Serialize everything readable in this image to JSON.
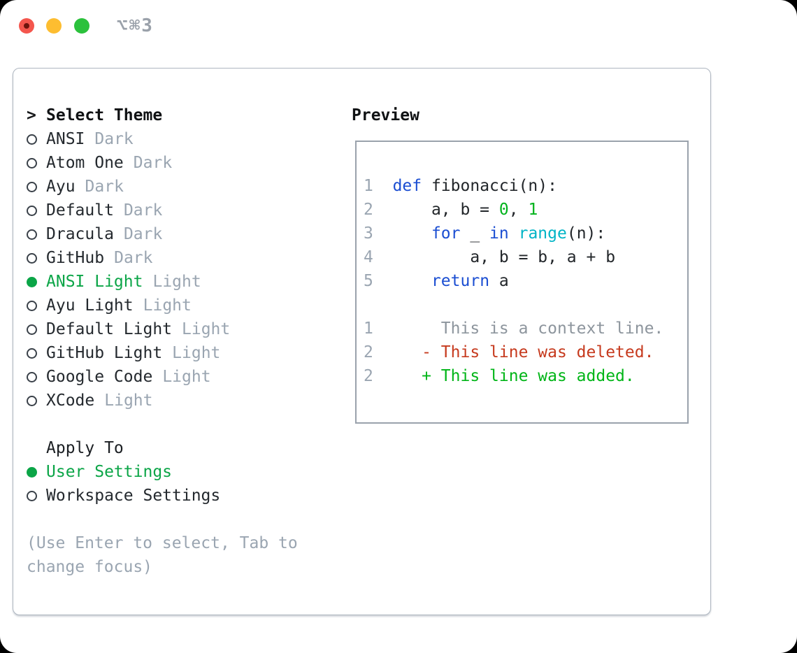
{
  "titlebar": {
    "shortcut": "⌥⌘3"
  },
  "colors": {
    "accent_green": "#0ba547",
    "keyword_blue": "#1b4ed2",
    "builtin_cyan": "#00b4c6",
    "number_green": "#00b31c",
    "diff_added_green": "#00b517",
    "diff_deleted_red": "#c63a1e",
    "muted_gray": "#9aa5b1",
    "traffic_red": "#f4564d",
    "traffic_yellow": "#fdbd30",
    "traffic_green": "#2bc13c"
  },
  "theme_panel": {
    "header_prefix": ">",
    "header": "Select Theme",
    "items": [
      {
        "name": "ANSI",
        "variant": "Dark",
        "selected": false
      },
      {
        "name": "Atom One",
        "variant": "Dark",
        "selected": false
      },
      {
        "name": "Ayu",
        "variant": "Dark",
        "selected": false
      },
      {
        "name": "Default",
        "variant": "Dark",
        "selected": false
      },
      {
        "name": "Dracula",
        "variant": "Dark",
        "selected": false
      },
      {
        "name": "GitHub",
        "variant": "Dark",
        "selected": false
      },
      {
        "name": "ANSI Light",
        "variant": "Light",
        "selected": true
      },
      {
        "name": "Ayu Light",
        "variant": "Light",
        "selected": false
      },
      {
        "name": "Default Light",
        "variant": "Light",
        "selected": false
      },
      {
        "name": "GitHub Light",
        "variant": "Light",
        "selected": false
      },
      {
        "name": "Google Code",
        "variant": "Light",
        "selected": false
      },
      {
        "name": "XCode",
        "variant": "Light",
        "selected": false
      }
    ],
    "apply_to": {
      "header": "Apply To",
      "options": [
        {
          "label": "User Settings",
          "selected": true
        },
        {
          "label": "Workspace Settings",
          "selected": false
        }
      ]
    },
    "hint_lines": [
      "(Use Enter to select, Tab to",
      "change focus)"
    ]
  },
  "preview": {
    "title": "Preview",
    "code_lines": [
      {
        "num": "1",
        "tokens": [
          {
            "t": "  ",
            "c": "plain"
          },
          {
            "t": "def",
            "c": "keyword"
          },
          {
            "t": " fibonacci(n):",
            "c": "plain"
          }
        ]
      },
      {
        "num": "2",
        "tokens": [
          {
            "t": "      a, b = ",
            "c": "plain"
          },
          {
            "t": "0",
            "c": "number"
          },
          {
            "t": ", ",
            "c": "plain"
          },
          {
            "t": "1",
            "c": "number"
          }
        ]
      },
      {
        "num": "3",
        "tokens": [
          {
            "t": "      ",
            "c": "plain"
          },
          {
            "t": "for",
            "c": "keyword"
          },
          {
            "t": " _ ",
            "c": "plain"
          },
          {
            "t": "in",
            "c": "keyword"
          },
          {
            "t": " ",
            "c": "plain"
          },
          {
            "t": "range",
            "c": "builtin"
          },
          {
            "t": "(n):",
            "c": "plain"
          }
        ]
      },
      {
        "num": "4",
        "tokens": [
          {
            "t": "          a, b = b, a + b",
            "c": "plain"
          }
        ]
      },
      {
        "num": "5",
        "tokens": [
          {
            "t": "      ",
            "c": "plain"
          },
          {
            "t": "return",
            "c": "keyword"
          },
          {
            "t": " a",
            "c": "plain"
          }
        ]
      }
    ],
    "diff_lines": [
      {
        "num": "1",
        "text": "       This is a context line.",
        "kind": "context"
      },
      {
        "num": "2",
        "text": "     - This line was deleted.",
        "kind": "deleted"
      },
      {
        "num": "2",
        "text": "     + This line was added.",
        "kind": "added"
      }
    ]
  }
}
